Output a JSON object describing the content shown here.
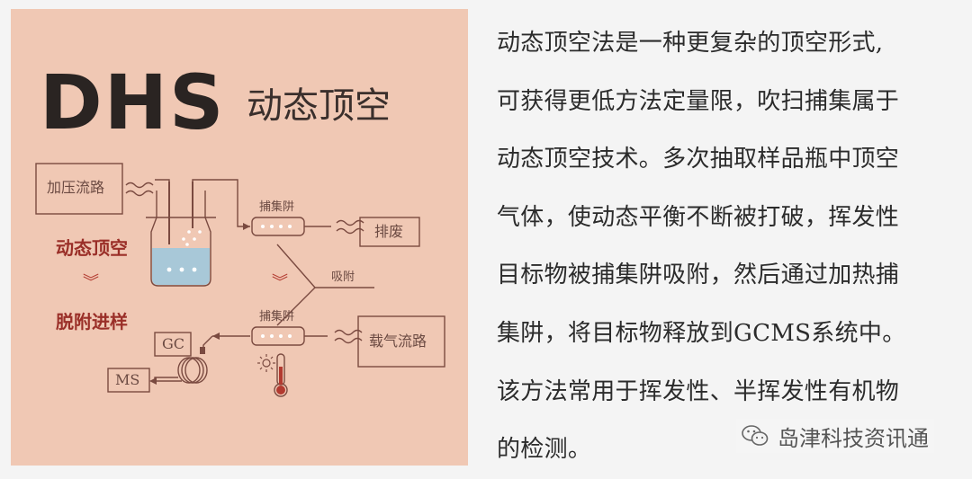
{
  "diagram": {
    "title": "DHS",
    "subtitle": "动态顶空",
    "pressure_line": "加压流路",
    "trap_top": "捕集阱",
    "exhaust": "排废",
    "adsorb": "吸附",
    "trap_bottom": "捕集阱",
    "carrier_line": "载气流路",
    "step1": "动态顶空",
    "step2": "脱附进样",
    "gc": "GC",
    "ms": "MS",
    "accent_color": "#b23a30",
    "panel_color": "#f0c8b4"
  },
  "description": {
    "lines": [
      "动态顶空法是一种更复杂的顶空形式,",
      "可获得更低方法定量限，吹扫捕集属于",
      "动态顶空技术。多次抽取样品瓶中顶空",
      "气体，使动态平衡不断被打破，挥发性",
      "目标物被捕集阱吸附，然后通过加热捕",
      "集阱，将目标物释放到GCMS系统中。",
      "该方法常用于挥发性、半挥发性有机物",
      "的检测。"
    ]
  },
  "watermark": {
    "text": "岛津科技资讯通"
  }
}
